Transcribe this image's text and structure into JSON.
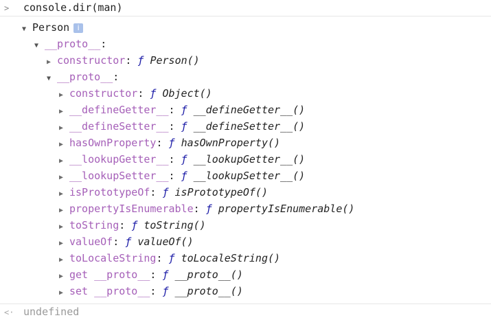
{
  "console": {
    "input_prompt": ">",
    "command": "console.dir(man)",
    "result_prompt": "<·",
    "result_text": "undefined"
  },
  "tree": {
    "root": {
      "label": "Person",
      "info_badge": "i"
    },
    "proto1": {
      "key": "__proto__",
      "colon": ":"
    },
    "constructor1": {
      "key": "constructor",
      "fkw": "ƒ",
      "fname": "Person()"
    },
    "proto2": {
      "key": "__proto__",
      "colon": ":"
    },
    "members": [
      {
        "key": "constructor",
        "fname": "Object()"
      },
      {
        "key": "__defineGetter__",
        "fname": "__defineGetter__()"
      },
      {
        "key": "__defineSetter__",
        "fname": "__defineSetter__()"
      },
      {
        "key": "hasOwnProperty",
        "fname": "hasOwnProperty()"
      },
      {
        "key": "__lookupGetter__",
        "fname": "__lookupGetter__()"
      },
      {
        "key": "__lookupSetter__",
        "fname": "__lookupSetter__()"
      },
      {
        "key": "isPrototypeOf",
        "fname": "isPrototypeOf()"
      },
      {
        "key": "propertyIsEnumerable",
        "fname": "propertyIsEnumerable()"
      },
      {
        "key": "toString",
        "fname": "toString()"
      },
      {
        "key": "valueOf",
        "fname": "valueOf()"
      },
      {
        "key": "toLocaleString",
        "fname": "toLocaleString()"
      },
      {
        "key": "get __proto__",
        "fname": "__proto__()"
      },
      {
        "key": "set __proto__",
        "fname": "__proto__()"
      }
    ],
    "function_keyword": "ƒ"
  },
  "icons": {
    "collapsed": "triangle-right-icon",
    "expanded": "triangle-down-icon",
    "prompt": "chevron-right-icon"
  },
  "colors": {
    "property": "#a55fb8",
    "function_keyword": "#1a1aa6",
    "badge": "#a9c1ea"
  }
}
